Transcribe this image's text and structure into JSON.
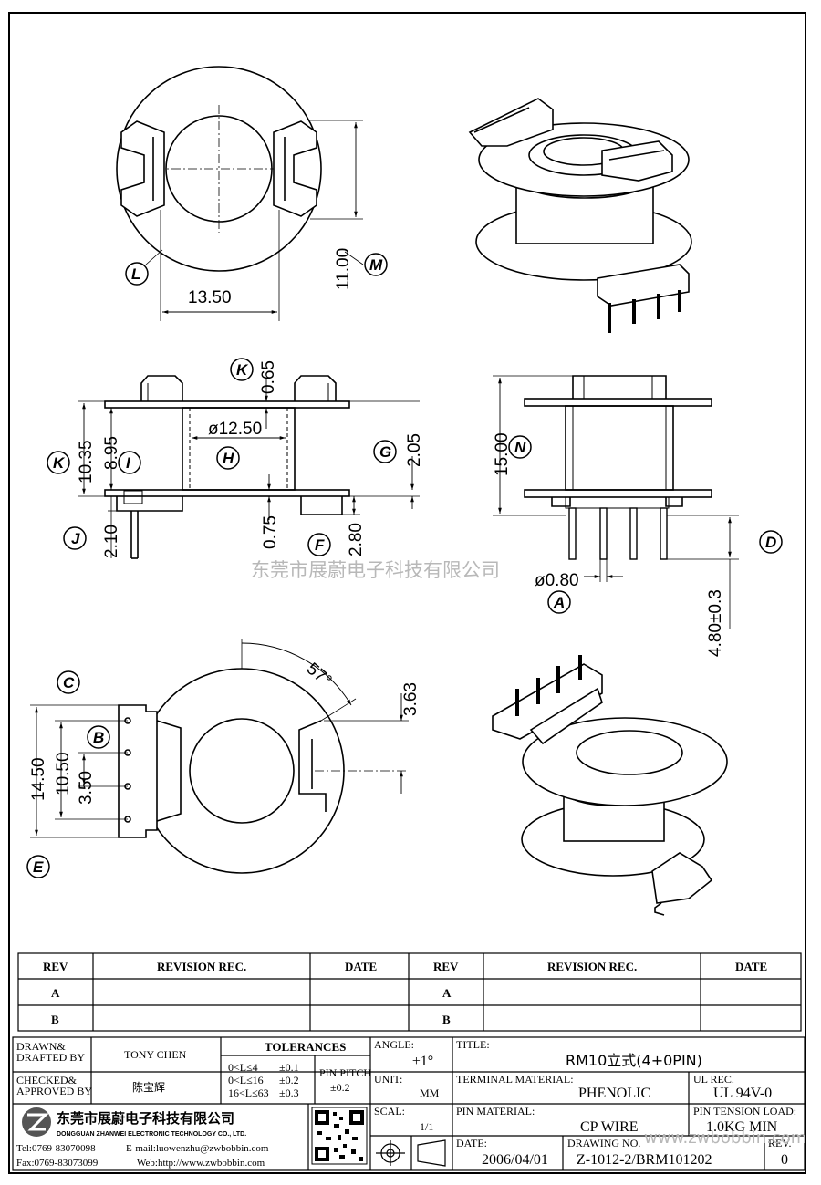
{
  "dimensions": {
    "top_width": "13.50",
    "top_height": "11.00",
    "flange_thk": "0.65",
    "bore_dia": "ø12.50",
    "overall_h": "10.35",
    "inner_h": "8.95",
    "g_dim": "2.05",
    "foot_h": "2.10",
    "wall_thk": "0.75",
    "f_dim": "2.80",
    "total_h": "15.00",
    "pin_dia": "ø0.80",
    "pin_len": "4.80±0.3",
    "angle": "57°",
    "slot_w": "3.63",
    "c_dim": "14.50",
    "b_dim": "10.50",
    "pitch": "3.50"
  },
  "callouts": {
    "L": "L",
    "M": "M",
    "K": "K",
    "I": "I",
    "H": "H",
    "G": "G",
    "J": "J",
    "F": "F",
    "N": "N",
    "D": "D",
    "A": "A",
    "C": "C",
    "B": "B",
    "E": "E"
  },
  "watermark": "东莞市展蔚电子科技有限公司",
  "watermark_url": "www.zwbobbin.com",
  "revision_table": {
    "headers": [
      "REV",
      "REVISION REC.",
      "DATE",
      "REV",
      "REVISION REC.",
      "DATE"
    ],
    "rows": [
      "A",
      "B"
    ]
  },
  "title_block": {
    "drawn_label": "DRAWN&\nDRAFTED BY",
    "drawn_by": "TONY CHEN",
    "checked_label": "CHECKED&\nAPPROVED BY",
    "approved_by": "陈宝辉",
    "tolerances_label": "TOLERANCES",
    "tol_rows": [
      {
        "range": "0<L≤4",
        "tol": "±0.1"
      },
      {
        "range": "0<L≤16",
        "tol": "±0.2"
      },
      {
        "range": "16<L≤63",
        "tol": "±0.3"
      }
    ],
    "pin_pitch_label": "PIN PITCH",
    "pin_pitch_tol": "±0.2",
    "angle_label": "ANGLE:",
    "angle_value": "±1°",
    "unit_label": "UNIT:",
    "unit_value": "MM",
    "scale_label": "SCAL:",
    "scale_value": "1/1",
    "title_label": "TITLE:",
    "title_value": "RM10立式(4+0PIN)",
    "terminal_label": "TERMINAL MATERIAL:",
    "terminal_value": "PHENOLIC",
    "ul_label": "UL REC.",
    "ul_value": "UL 94V-0",
    "pin_material_label": "PIN MATERIAL:",
    "pin_material_value": "CP WIRE",
    "tension_label": "PIN TENSION LOAD:",
    "tension_value": "1.0KG MIN",
    "date_label": "DATE:",
    "date_value": "2006/04/01",
    "drawing_label": "DRAWING NO.",
    "drawing_value": "Z-1012-2/BRM101202",
    "rev_label": "REV.",
    "rev_value": "0",
    "company_cn": "东莞市展蔚电子科技有限公司",
    "company_en": "DONGGUAN ZHANWEI ELECTRONIC TECHNOLOGY CO., LTD.",
    "tel": "Tel:0769-83070098",
    "email": "E-mail:luowenzhu@zwbobbin.com",
    "fax": "Fax:0769-83073099",
    "web": "Web:http://www.zwbobbin.com"
  }
}
